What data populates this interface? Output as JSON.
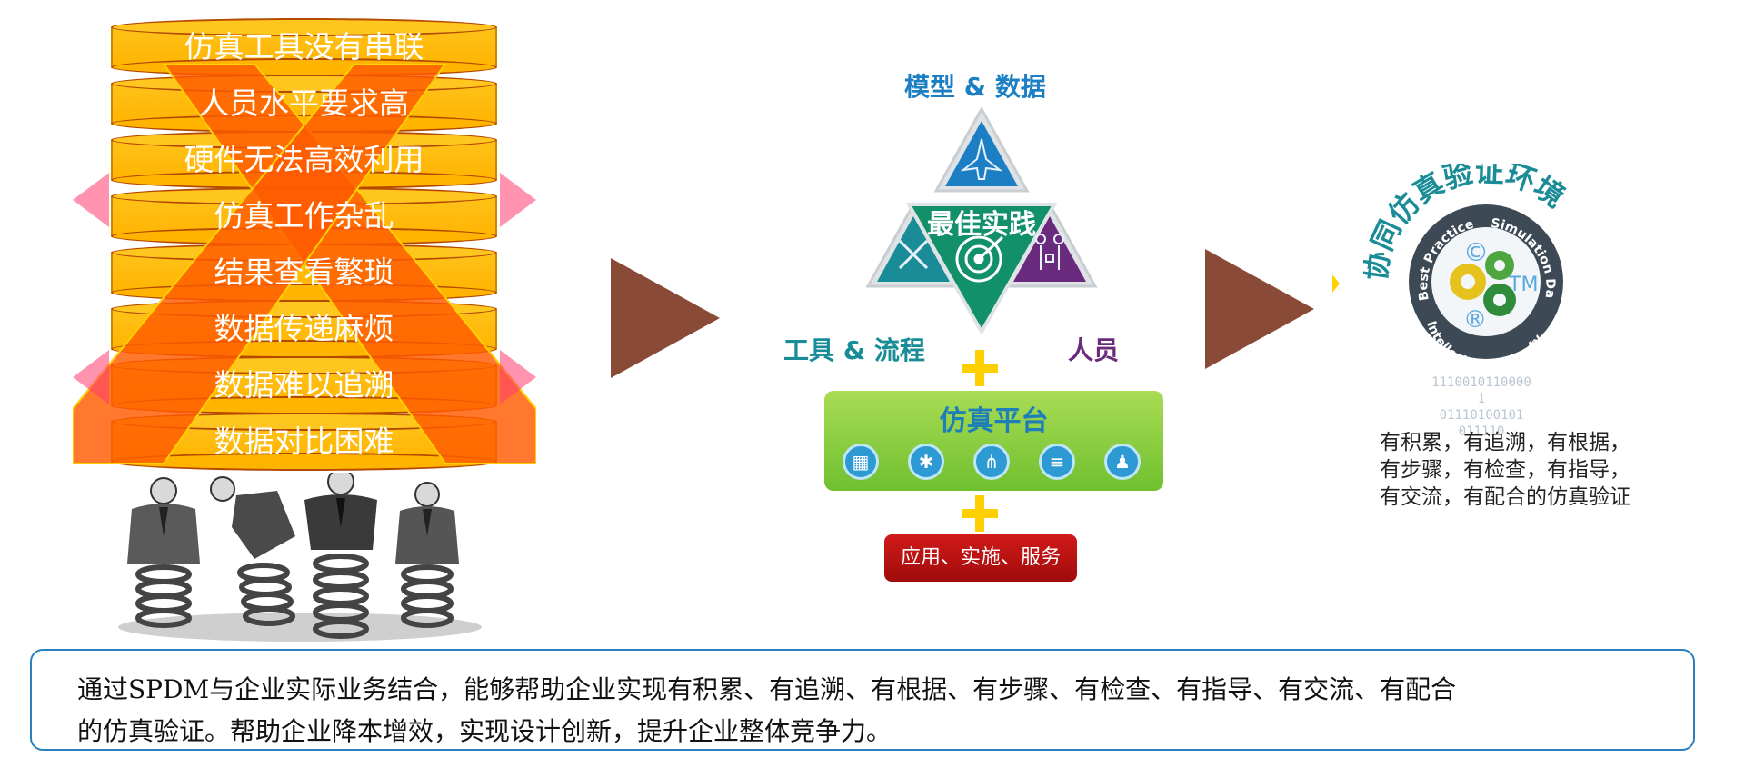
{
  "problems": [
    "仿真工具没有串联",
    "人员水平要求高",
    "硬件无法高效利用",
    "仿真工作杂乱",
    "结果查看繁琐",
    "数据传递麻烦",
    "数据难以追溯",
    "数据对比困难"
  ],
  "center": {
    "top_label": "模型 & 数据",
    "left_label": "工具 & 流程",
    "right_label": "人员",
    "core_label": "最佳实践",
    "platform_title": "仿真平台",
    "services_label": "应用、实施、服务"
  },
  "right": {
    "seal_title": "协同仿真验证环境",
    "seal_ring": [
      "Best Practices",
      "Simulation Data",
      "Intellectual Property"
    ],
    "binary": [
      "1110010110000",
      "1",
      "01110100101",
      "011110"
    ],
    "lines": [
      "有积累，有追溯，有根据，",
      "有步骤，有检查，有指导，",
      "有交流，有配合的仿真验证"
    ]
  },
  "summary": {
    "line1": "通过SPDM与企业实际业务结合，能够帮助企业实现有积累、有追溯、有根据、有步骤、有检查、有指导、有交流、有配合",
    "line2": "的仿真验证。帮助企业降本增效，实现设计创新，提升企业整体竞争力。"
  },
  "colors": {
    "disc": "#ffb400",
    "cross": "#ff5a00",
    "arrow": "#8a4a38",
    "teal": "#1a8c97",
    "blue": "#1c7fc4",
    "purple": "#6a2a7e",
    "platform_green": "#8ccf43",
    "services_red": "#b80f0f"
  }
}
